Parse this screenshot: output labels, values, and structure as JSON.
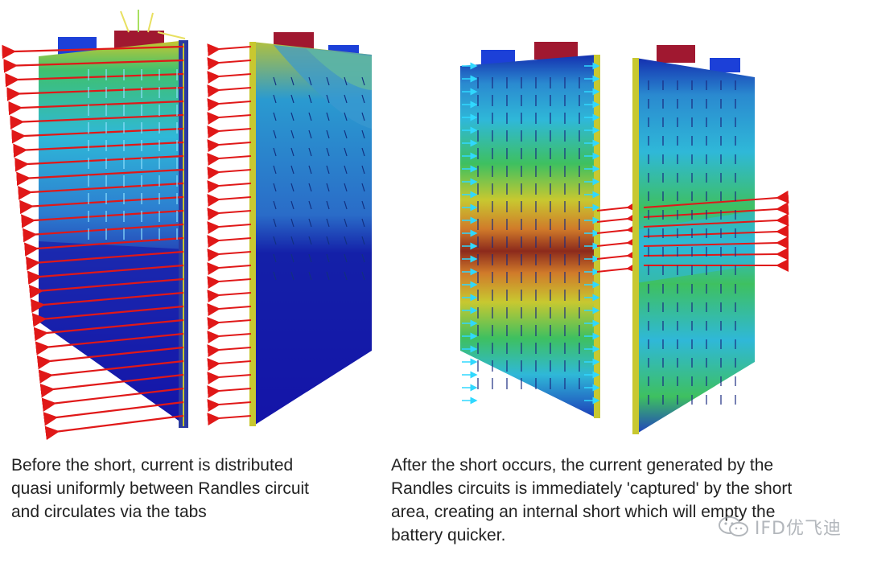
{
  "panels": {
    "before": {
      "caption": "Before the short, current is distributed\nquasi uniformly between Randles circuit\nand circulates via the tabs"
    },
    "after": {
      "caption": "After the short occurs, the current generated by the\nRandles circuits is immediately 'captured' by the short\narea, creating an internal short which will empty the\nbattery quicker."
    }
  },
  "watermark": {
    "text": "IFD优飞迪"
  },
  "colors": {
    "deep_blue": "#1414a8",
    "mid_blue": "#2c4ec4",
    "light_blue": "#3c7ccc",
    "cyan": "#2fb8d8",
    "green": "#3ec060",
    "yellow": "#c8c830",
    "orange": "#d07a2a",
    "red_brown": "#8c2a1c",
    "tab_red": "#a01830",
    "tab_blue": "#1c40d8",
    "arrow_red": "#e01818",
    "arrow_cyan": "#30d8ff"
  },
  "icons": [
    "wechat-icon",
    "current-arrow-icon"
  ]
}
